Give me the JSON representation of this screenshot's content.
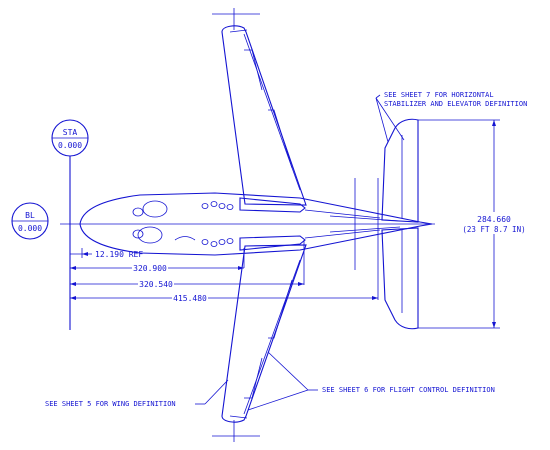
{
  "datums": {
    "sta_label": "STA",
    "sta_value": "0.000",
    "bl_label": "BL",
    "bl_value": "0.000"
  },
  "dimensions": {
    "ref_12_190": "12.190 REF",
    "d_320_900": "320.900",
    "d_320_540": "320.540",
    "d_415_480": "415.480",
    "span_value": "284.660",
    "span_ft": "(23 FT 8.7 IN)"
  },
  "notes": {
    "sheet7_line1": "SEE SHEET 7 FOR HORIZONTAL",
    "sheet7_line2": "STABILIZER AND ELEVATOR DEFINITION",
    "sheet5": "SEE SHEET 5 FOR WING DEFINITION",
    "sheet6": "SEE SHEET 6 FOR FLIGHT CONTROL DEFINITION"
  },
  "colors": {
    "ink": "#1414d2",
    "paper": "#ffffff"
  }
}
